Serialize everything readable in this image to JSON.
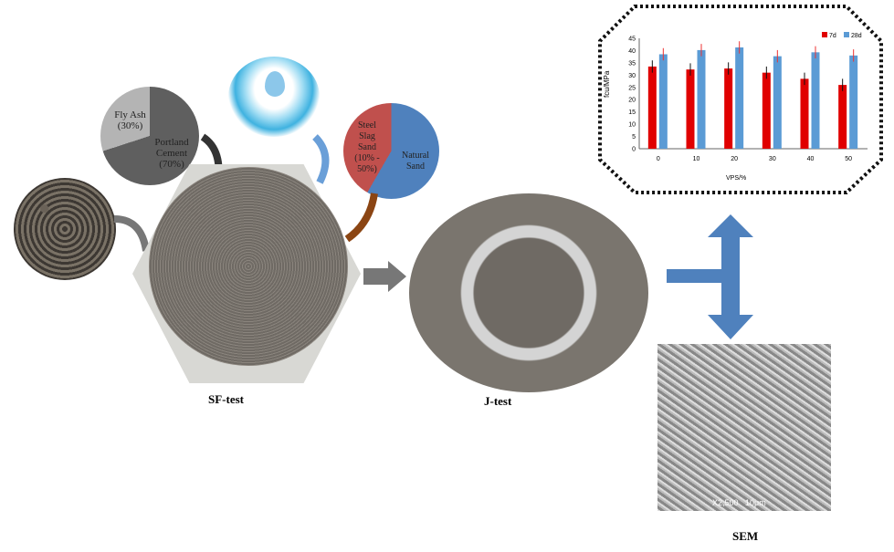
{
  "binder_pie": {
    "fly_ash": "Fly Ash",
    "fly_ash_pct": "(30%)",
    "cement": "Portland Cement",
    "cement_pct": "(70%)"
  },
  "sand_pie": {
    "slag": "Steel Slag Sand",
    "slag_pct": "(10% - 50%)",
    "natural": "Natural Sand"
  },
  "captions": {
    "sf": "SF-test",
    "j": "J-test",
    "sem": "SEM"
  },
  "sem_scale": {
    "mag": "X2,500",
    "bar": "10μm"
  },
  "chart_data": {
    "type": "bar",
    "title": "",
    "xlabel": "VPS/%",
    "ylabel": "fcu/MPa",
    "ylim": [
      0,
      45
    ],
    "yticks": [
      0,
      5,
      10,
      15,
      20,
      25,
      30,
      35,
      40,
      45
    ],
    "categories": [
      "0",
      "10",
      "20",
      "30",
      "40",
      "50"
    ],
    "legend": "top-right",
    "series": [
      {
        "name": "7d",
        "color": "#e00000",
        "values": [
          33.5,
          32.3,
          32.7,
          31,
          28.5,
          26
        ]
      },
      {
        "name": "28d",
        "color": "#5b9bd5",
        "values": [
          38.5,
          40.2,
          41.3,
          37.7,
          39.3,
          38
        ]
      }
    ]
  }
}
